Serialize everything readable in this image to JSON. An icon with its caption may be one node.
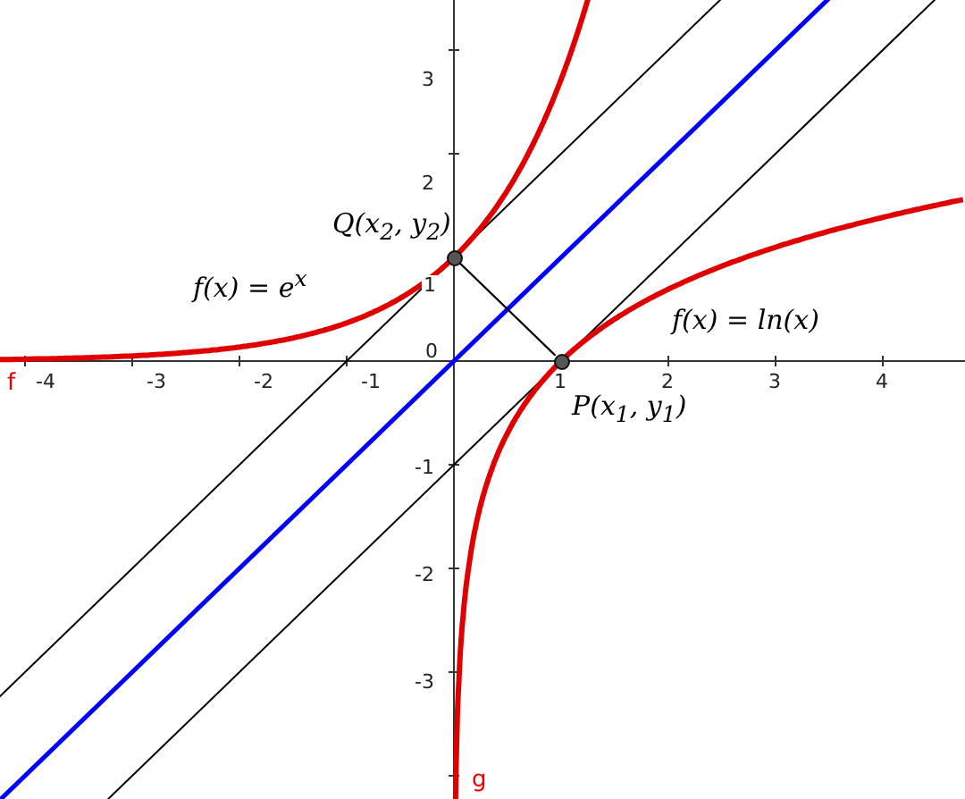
{
  "diagram": {
    "nodes": [
      {
        "text": [],
        "shape": "circle",
        "beside": [
          "Q(x$_{2}$, y$_{2}$)"
        ]
      },
      {
        "text": [],
        "shape": "circle",
        "beside": [
          "P(x$_{1}$, y$_{1}$)"
        ]
      }
    ],
    "edges": [
      {
        "from": 0,
        "to": 1,
        "arrow": "none"
      }
    ],
    "labels": [
      "3",
      "2",
      "1",
      "f(x) = e$^{x}$",
      "f(x) = ln(x)",
      "0",
      "f",
      "-4",
      "-3",
      "-2",
      "-1",
      "1",
      "2",
      "3",
      "4",
      "-1",
      "-2",
      "-3",
      "g"
    ]
  }
}
